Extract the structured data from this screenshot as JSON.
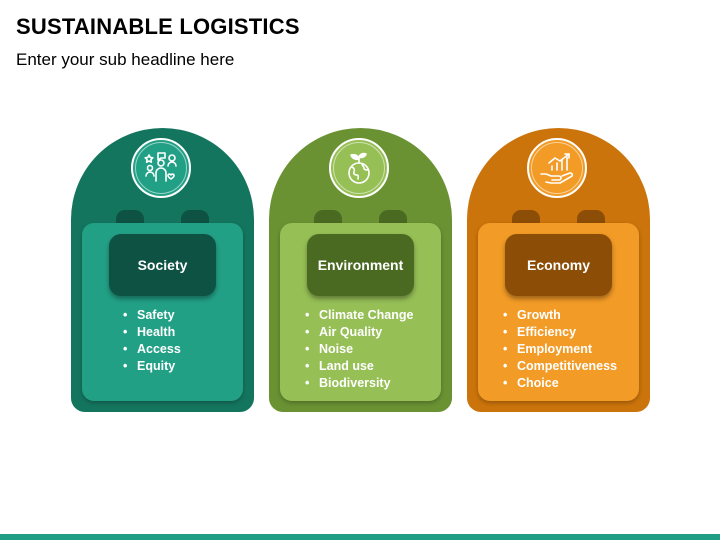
{
  "title": "SUSTAINABLE LOGISTICS",
  "subtitle": "Enter your sub headline here",
  "cards": [
    {
      "label": "Society",
      "icon": "people-network-icon",
      "items": [
        "Safety",
        "Health",
        "Access",
        "Equity"
      ],
      "colors": {
        "outer": "#14755f",
        "inner": "#22a086",
        "pill": "#0e5244"
      }
    },
    {
      "label": "Environment",
      "icon": "globe-sprout-icon",
      "items": [
        "Climate Change",
        "Air Quality",
        "Noise",
        "Land use",
        "Biodiversity"
      ],
      "colors": {
        "outer": "#6a9233",
        "inner": "#96bf56",
        "pill": "#4a6a22"
      }
    },
    {
      "label": "Economy",
      "icon": "hand-growth-chart-icon",
      "items": [
        "Growth",
        "Efficiency",
        "Employment",
        "Competitiveness",
        "Choice"
      ],
      "colors": {
        "outer": "#cb740b",
        "inner": "#f29b26",
        "pill": "#8c4d06"
      }
    }
  ],
  "footer_color": "#1f9e86"
}
